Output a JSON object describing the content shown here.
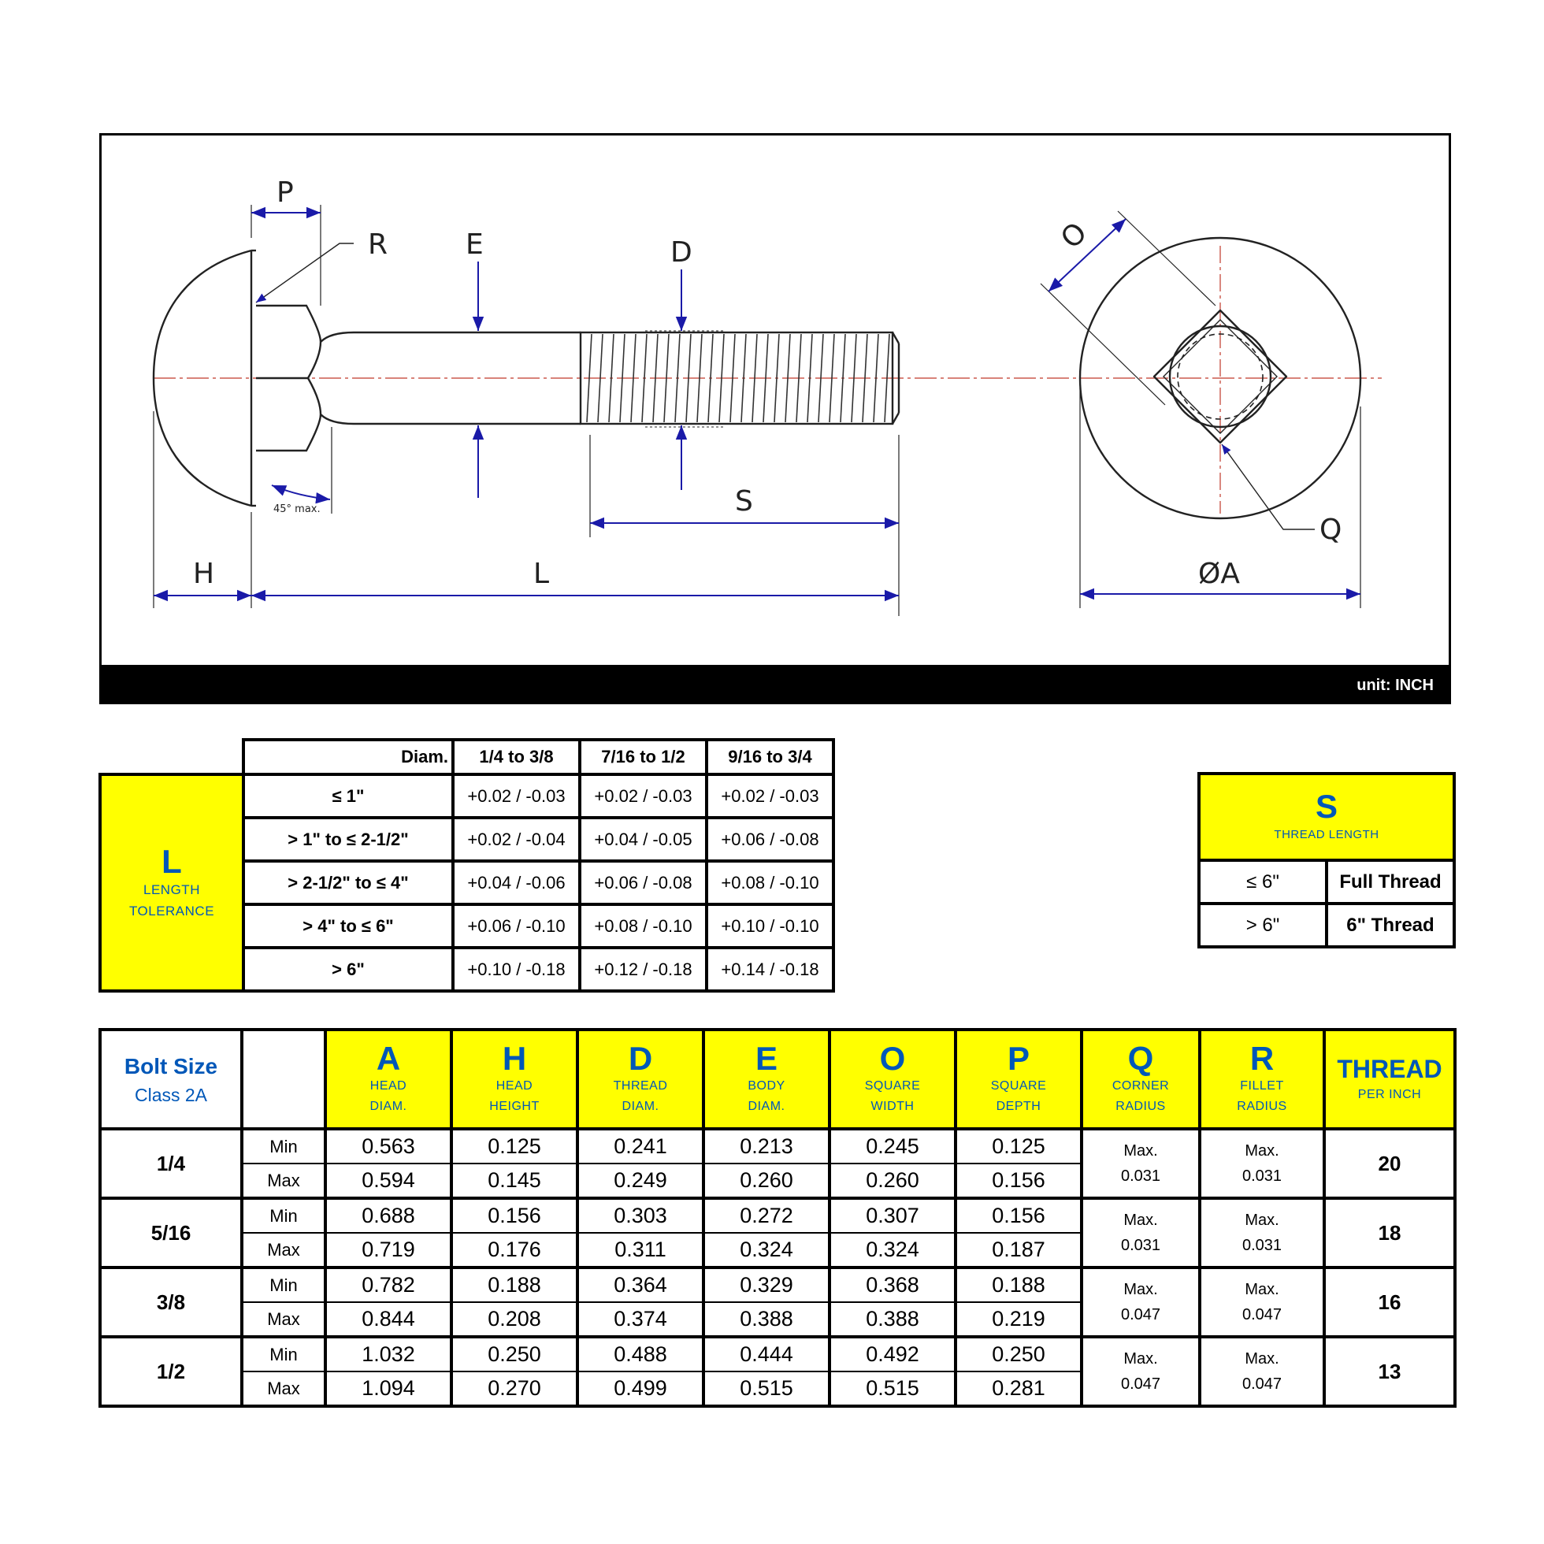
{
  "drawing": {
    "labels": {
      "P": "P",
      "R": "R",
      "E": "E",
      "D": "D",
      "O": "O",
      "S": "S",
      "Q": "Q",
      "H": "H",
      "L": "L",
      "A": "ØA",
      "angle": "45° max."
    },
    "unit": "unit: INCH"
  },
  "length_tolerance": {
    "letter": "L",
    "caption_1": "LENGTH",
    "caption_2": "TOLERANCE",
    "diam_header": "Diam.",
    "columns": [
      "1/4 to 3/8",
      "7/16 to 1/2",
      "9/16 to 3/4"
    ],
    "rows": [
      {
        "length": "≤ 1\"",
        "values": [
          "+0.02 / -0.03",
          "+0.02 / -0.03",
          "+0.02 / -0.03"
        ]
      },
      {
        "length": "> 1\" to ≤ 2-1/2\"",
        "values": [
          "+0.02 / -0.04",
          "+0.04 / -0.05",
          "+0.06 / -0.08"
        ]
      },
      {
        "length": "> 2-1/2\" to ≤ 4\"",
        "values": [
          "+0.04 / -0.06",
          "+0.06 / -0.08",
          "+0.08 / -0.10"
        ]
      },
      {
        "length": "> 4\" to ≤ 6\"",
        "values": [
          "+0.06 / -0.10",
          "+0.08 / -0.10",
          "+0.10 / -0.10"
        ]
      },
      {
        "length": "> 6\"",
        "values": [
          "+0.10 / -0.18",
          "+0.12 / -0.18",
          "+0.14 / -0.18"
        ]
      }
    ]
  },
  "thread_length": {
    "letter": "S",
    "caption": "THREAD LENGTH",
    "rows": [
      {
        "length": "≤ 6\"",
        "value": "Full Thread"
      },
      {
        "length": "> 6\"",
        "value": "6\" Thread"
      }
    ]
  },
  "dimensions": {
    "bolt_title": "Bolt Size",
    "bolt_sub": "Class 2A",
    "columns": [
      {
        "letter": "A",
        "line1": "HEAD",
        "line2": "DIAM."
      },
      {
        "letter": "H",
        "line1": "HEAD",
        "line2": "HEIGHT"
      },
      {
        "letter": "D",
        "line1": "THREAD",
        "line2": "DIAM."
      },
      {
        "letter": "E",
        "line1": "BODY",
        "line2": "DIAM."
      },
      {
        "letter": "O",
        "line1": "SQUARE",
        "line2": "WIDTH"
      },
      {
        "letter": "P",
        "line1": "SQUARE",
        "line2": "DEPTH"
      },
      {
        "letter": "Q",
        "line1": "CORNER",
        "line2": "RADIUS"
      },
      {
        "letter": "R",
        "line1": "FILLET",
        "line2": "RADIUS"
      }
    ],
    "thread_title": "THREAD",
    "thread_sub": "PER INCH",
    "min_label": "Min",
    "max_label": "Max",
    "max_prefix": "Max.",
    "sizes": [
      {
        "size": "1/4",
        "min": [
          "0.563",
          "0.125",
          "0.241",
          "0.213",
          "0.245",
          "0.125"
        ],
        "max": [
          "0.594",
          "0.145",
          "0.249",
          "0.260",
          "0.260",
          "0.156"
        ],
        "q": "0.031",
        "r": "0.031",
        "tpi": "20"
      },
      {
        "size": "5/16",
        "min": [
          "0.688",
          "0.156",
          "0.303",
          "0.272",
          "0.307",
          "0.156"
        ],
        "max": [
          "0.719",
          "0.176",
          "0.311",
          "0.324",
          "0.324",
          "0.187"
        ],
        "q": "0.031",
        "r": "0.031",
        "tpi": "18"
      },
      {
        "size": "3/8",
        "min": [
          "0.782",
          "0.188",
          "0.364",
          "0.329",
          "0.368",
          "0.188"
        ],
        "max": [
          "0.844",
          "0.208",
          "0.374",
          "0.388",
          "0.388",
          "0.219"
        ],
        "q": "0.047",
        "r": "0.047",
        "tpi": "16"
      },
      {
        "size": "1/2",
        "min": [
          "1.032",
          "0.250",
          "0.488",
          "0.444",
          "0.492",
          "0.250"
        ],
        "max": [
          "1.094",
          "0.270",
          "0.499",
          "0.515",
          "0.515",
          "0.281"
        ],
        "q": "0.047",
        "r": "0.047",
        "tpi": "13"
      }
    ]
  },
  "colors": {
    "highlight": "#ffff00",
    "heading_blue": "#0057b8",
    "dimension_blue": "#1a1aa8"
  }
}
